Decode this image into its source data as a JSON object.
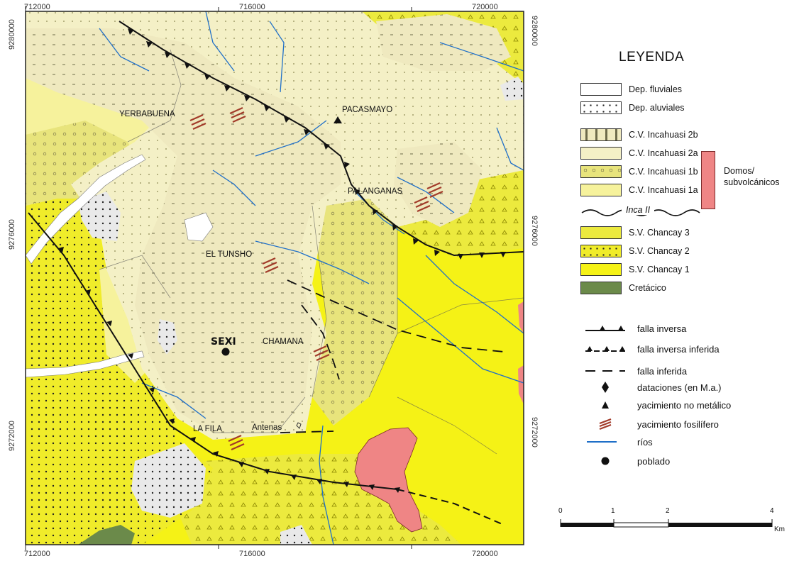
{
  "map": {
    "coords": {
      "top": [
        "712000",
        "716000",
        "720000"
      ],
      "bottom": [
        "712000",
        "716000",
        "720000"
      ],
      "left": [
        "9280000",
        "9276000",
        "9272000"
      ],
      "right": [
        "9280000",
        "9276000",
        "9272000"
      ]
    },
    "places": {
      "yerbabuena": "YERBABUENA",
      "pacasmayo": "PACASMAYO",
      "palanganas": "PALANGANAS",
      "el_tunsho": "EL TUNSHO",
      "chamana": "CHAMANA",
      "la_fila": "LA FILA",
      "antenas": "Antenas",
      "sexi": "SEXI"
    }
  },
  "legend": {
    "title": "LEYENDA",
    "units": [
      {
        "label": "Dep. fluviales",
        "color": "#ffffff"
      },
      {
        "label": "Dep. aluviales",
        "color": "#ffffff"
      },
      {
        "label": "C.V. Incahuasi 2b",
        "color": "#efe9bf"
      },
      {
        "label": "C.V. Incahuasi 2a",
        "color": "#f4f0c6"
      },
      {
        "label": "C.V. Incahuasi 1b",
        "color": "#e8e47c"
      },
      {
        "label": "C.V. Incahuasi 1a",
        "color": "#f6f29c"
      },
      {
        "label": "S.V. Chancay 3",
        "color": "#ecea3e"
      },
      {
        "label": "S.V. Chancay 2",
        "color": "#f0ec2a"
      },
      {
        "label": "S.V. Chancay 1",
        "color": "#f5f216"
      },
      {
        "label": "Cretácico",
        "color": "#6b8a4a"
      }
    ],
    "domos_label_1": "Domos/",
    "domos_label_2": "subvolcánicos",
    "domos_color": "#ef8585",
    "unconformity_label": "Inca II",
    "symbols": [
      {
        "label": "falla inversa",
        "icon": "fault-reverse-icon"
      },
      {
        "label": "falla inversa inferida",
        "icon": "fault-reverse-inferred-icon"
      },
      {
        "label": "falla inferida",
        "icon": "fault-inferred-icon"
      },
      {
        "label": "dataciones (en M.a.)",
        "icon": "diamond-icon"
      },
      {
        "label": "yacimiento no metálico",
        "icon": "triangle-icon"
      },
      {
        "label": "yacimiento fosilífero",
        "icon": "fossil-icon"
      },
      {
        "label": "ríos",
        "icon": "river-icon",
        "color": "#1f6fc8"
      },
      {
        "label": "poblado",
        "icon": "dot-icon"
      }
    ]
  },
  "scale": {
    "labels": [
      "0",
      "1",
      "2",
      "4"
    ],
    "unit": "Km"
  }
}
